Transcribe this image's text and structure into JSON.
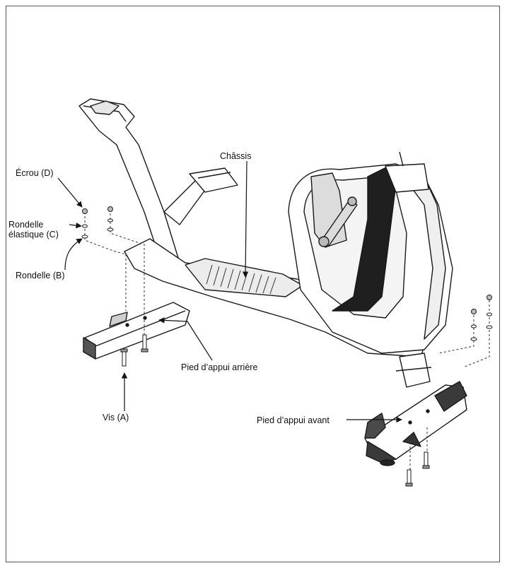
{
  "labels": {
    "chassis": "Châssis",
    "nut": "Écrou (D)",
    "spring_washer_line1": "Rondelle",
    "spring_washer_line2": "élastique (C)",
    "washer": "Rondelle (B)",
    "rear_foot": "Pied d’appui arrière",
    "screw": "Vis (A)",
    "front_foot": "Pied d’appui avant"
  },
  "colors": {
    "line": "#1a1a1a",
    "shade": "#d9d9d9",
    "dark": "#2a2a2a",
    "frame": "#555555"
  }
}
